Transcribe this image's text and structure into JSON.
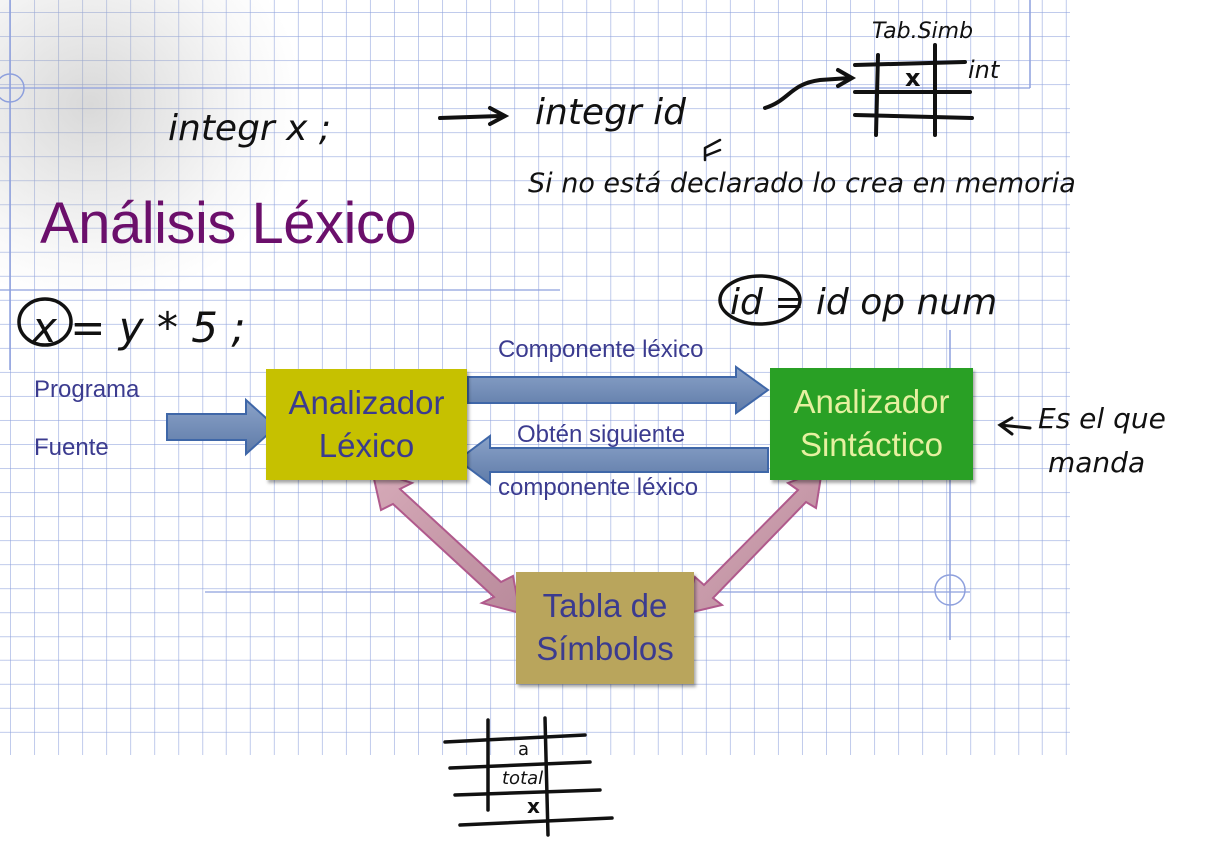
{
  "slide": {
    "title": "Análisis Léxico"
  },
  "diagram": {
    "source_label_line1": "Programa",
    "source_label_line2": "Fuente",
    "lexer_line1": "Analizador",
    "lexer_line2": "Léxico",
    "parser_line1": "Analizador",
    "parser_line2": "Sintáctico",
    "symtab_line1": "Tabla de",
    "symtab_line2": "Símbolos",
    "edge_token": "Componente léxico",
    "edge_request_line1": "Obtén siguiente",
    "edge_request_line2": "componente léxico",
    "colors": {
      "title": "#6b0f6b",
      "label_text": "#3b3b8f",
      "lexer_box": "#c6c100",
      "parser_box": "#29a025",
      "parser_text": "#e6f0a0",
      "symtab_box": "#b9a55c",
      "flow_arrow": "#6f89b3",
      "access_arrow": "#c89aa8"
    }
  },
  "handwriting": {
    "declaration": "integr x ;",
    "declaration_arrow_target": "integr id",
    "symtab_note_label": "Tab.Simb",
    "symtab_entry_name": "x",
    "symtab_entry_type": "int",
    "undeclared_note": "Si no está declarado lo crea en memoria",
    "expression": "x = y * 5 ;",
    "token_sequence": "id = id op num",
    "parser_note_line1": "Es el que",
    "parser_note_line2": "manda",
    "bottom_table_cell1": "a",
    "bottom_table_cell2": "total",
    "bottom_table_cell3": "x"
  }
}
